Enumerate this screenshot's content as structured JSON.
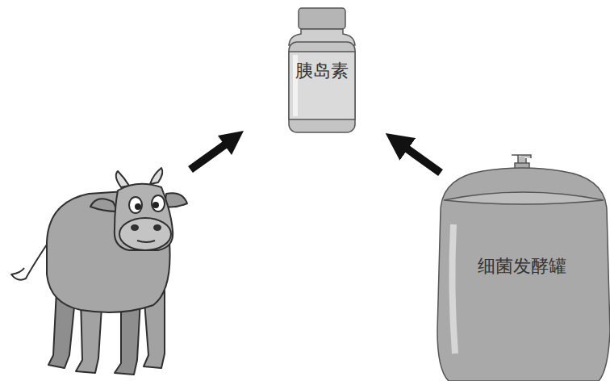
{
  "diagram": {
    "nodes": [
      {
        "text": [
          "胰岛素"
        ]
      },
      {
        "text": [
          "细菌发酵罐"
        ]
      }
    ],
    "edges": [
      {
        "from": 1,
        "to": 0,
        "arrow": "to"
      }
    ]
  }
}
